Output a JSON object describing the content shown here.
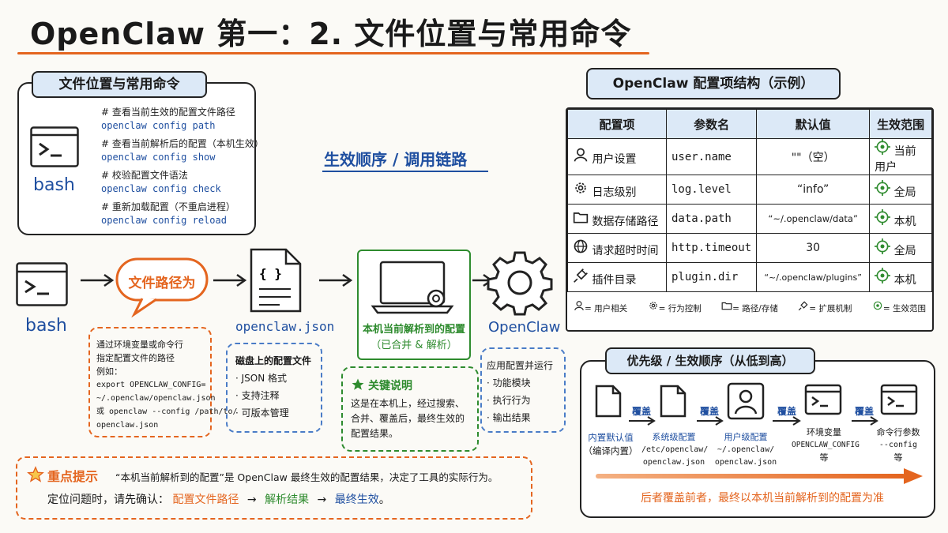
{
  "title": "OpenClaw 第一：2. 文件位置与常用命令",
  "left_panel": {
    "header": "文件位置与常用命令",
    "bash_label": "bash",
    "commands": [
      {
        "comment": "# 查看当前生效的配置文件路径",
        "cmd": "openclaw config path"
      },
      {
        "comment": "# 查看当前解析后的配置（本机生效）",
        "cmd": "openclaw config show"
      },
      {
        "comment": "# 校验配置文件语法",
        "cmd": "openclaw config check"
      },
      {
        "comment": "# 重新加载配置（不重启进程）",
        "cmd": "openclaw config reload"
      }
    ]
  },
  "flow": {
    "title": "生效顺序 / 调用链路",
    "bash_label": "bash",
    "bubble": "文件路径为",
    "json_label": "openclaw.json",
    "resolved_label_1": "本机当前解析到的配置",
    "resolved_label_2": "（已合并 & 解析）",
    "engine_label": "OpenClaw",
    "note_path": {
      "l1": "通过环境变量或命令行",
      "l2": "指定配置文件的路径",
      "l3": "例如：",
      "l4": "export OPENCLAW_CONFIG=",
      "l5": "~/.openclaw/openclaw.json",
      "l6": "或  openclaw --config /path/to/",
      "l7": "openclaw.json"
    },
    "note_json": {
      "title": "磁盘上的配置文件",
      "items": [
        "· JSON 格式",
        "· 支持注释",
        "· 可版本管理"
      ]
    },
    "note_key": {
      "title": "关键说明",
      "l1": "这是在本机上，经过搜索、",
      "l2": "合并、覆盖后，最终生效的",
      "l3": "配置结果。"
    },
    "note_apply": {
      "title": "应用配置并运行",
      "items": [
        "· 功能模块",
        "· 执行行为",
        "· 输出结果"
      ]
    }
  },
  "tip": {
    "title": "重点提示",
    "l1": "“本机当前解析到的配置”是 OpenClaw 最终生效的配置结果，决定了工具的实际行为。",
    "l2_prefix": "定位问题时，请先确认：",
    "step1": "配置文件路径",
    "arrow1": "→",
    "step2": "解析结果",
    "arrow2": "→",
    "step3": "最终生效",
    "end": "。"
  },
  "config_table": {
    "header": "OpenClaw 配置项结构（示例）",
    "columns": [
      "配置项",
      "参数名",
      "默认值",
      "生效范围"
    ],
    "rows": [
      {
        "icon": "user-icon",
        "item": "用户设置",
        "param": "user.name",
        "default": "\"\"（空）",
        "scope": "当前用户"
      },
      {
        "icon": "gear-icon",
        "item": "日志级别",
        "param": "log.level",
        "default": "“info”",
        "scope": "全局"
      },
      {
        "icon": "folder-icon",
        "item": "数据存储路径",
        "param": "data.path",
        "default": "“~/.openclaw/data”",
        "scope": "本机"
      },
      {
        "icon": "globe-icon",
        "item": "请求超时时间",
        "param": "http.timeout",
        "default": "30",
        "scope": "全局"
      },
      {
        "icon": "plug-icon",
        "item": "插件目录",
        "param": "plugin.dir",
        "default": "“~/.openclaw/plugins”",
        "scope": "本机"
      }
    ],
    "legend": [
      {
        "icon": "user-icon",
        "text": "= 用户相关"
      },
      {
        "icon": "gear-icon",
        "text": "= 行为控制"
      },
      {
        "icon": "folder-icon",
        "text": "= 路径/存储"
      },
      {
        "icon": "plug-icon",
        "text": "= 扩展机制"
      },
      {
        "icon": "target-icon",
        "text": "= 生效范围"
      }
    ]
  },
  "priority": {
    "header": "优先级 / 生效顺序（从低到高）",
    "override_label": "覆盖",
    "stages": [
      {
        "icon": "file-icon",
        "l1": "内置默认值",
        "l2": "（编译内置）",
        "l3": ""
      },
      {
        "icon": "file-icon",
        "l1": "系统级配置",
        "l2": "/etc/openclaw/",
        "l3": "openclaw.json"
      },
      {
        "icon": "user-icon",
        "l1": "用户级配置",
        "l2": "~/.openclaw/",
        "l3": "openclaw.json"
      },
      {
        "icon": "terminal-icon",
        "l1": "环境变量",
        "l2": "OPENCLAW_CONFIG",
        "l3": "等"
      },
      {
        "icon": "terminal-icon",
        "l1": "命令行参数",
        "l2": "--config",
        "l3": "等"
      }
    ],
    "footer": "后者覆盖前者，最终以本机当前解析到的配置为准"
  },
  "colors": {
    "accent": "#e4651f",
    "blue": "#1f4fa0",
    "green": "#2e8b2e",
    "header_bg": "#dce9f7"
  }
}
